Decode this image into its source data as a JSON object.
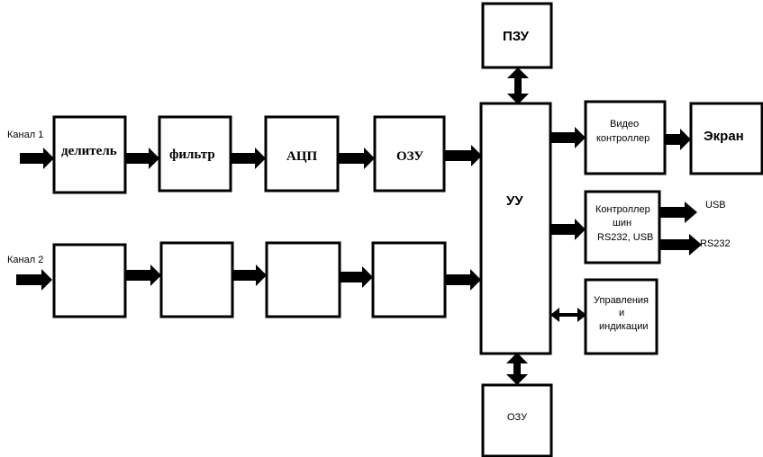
{
  "diagram": {
    "channel1": "Канал 1",
    "channel2": "Канал 2",
    "divider": "делитель",
    "filter": "фильтр",
    "adc": "АЦП",
    "ram_top": "ОЗУ",
    "rom": "ПЗУ",
    "control_unit": "УУ",
    "video_line1": "Видео",
    "video_line2": "контроллер",
    "screen": "Экран",
    "bus_line1": "Контроллер",
    "bus_line2": "шин",
    "bus_line3": "RS232, USB",
    "usb": "USB",
    "rs232": "RS232",
    "ctrl_line1": "Управления",
    "ctrl_line2": "и",
    "ctrl_line3": "индикации",
    "ram_bottom": "ОЗУ"
  }
}
